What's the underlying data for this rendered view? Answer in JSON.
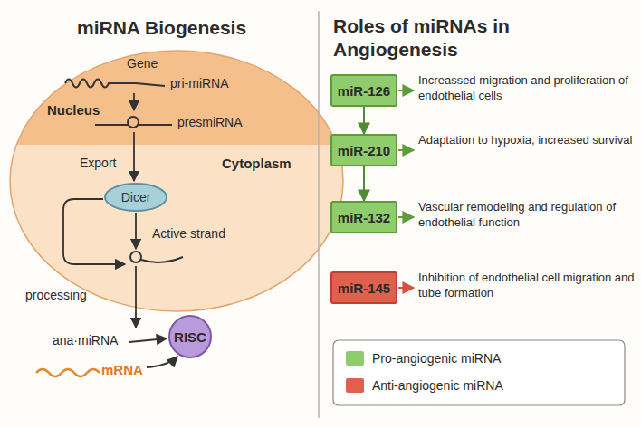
{
  "diagram": {
    "nodes": [
      {
        "text": [
          "Nucleus",
          "Cytoplasm"
        ]
      },
      {
        "text": [
          "Dicer"
        ],
        "in": 0
      },
      {
        "text": [
          "RISC"
        ]
      },
      {
        "text": [
          "miR-126"
        ]
      },
      {
        "text": [
          "miR-210"
        ]
      },
      {
        "text": [
          "miR-132"
        ]
      },
      {
        "text": [
          "miR-145"
        ]
      }
    ],
    "edges": [
      {
        "from": 3,
        "to": 4,
        "arrow": "to"
      },
      {
        "from": 4,
        "to": 5,
        "arrow": "to"
      }
    ],
    "labels": [
      "miRNA Biogenesis",
      "Gene",
      "pri-miRNA",
      "presmiRNA",
      "Export",
      "Active strand",
      "processing",
      "ana·miRNA",
      "mRNA",
      "Roles of miRNAs in Angiogenesis",
      "Increassed migration and proliferation of endothelial cells",
      "Adaptation to hypoxia, increased survival",
      "Vascular remodeling and regulation of endothelial function",
      "Inhibition of endothelial cell migration and tube formation"
    ],
    "legend": [
      {
        "text": "Pro-angiogenic miRNA",
        "color": "#8fcc6b"
      },
      {
        "text": "Anti-angiogenic miRNA",
        "color": "#e0604e"
      }
    ]
  }
}
